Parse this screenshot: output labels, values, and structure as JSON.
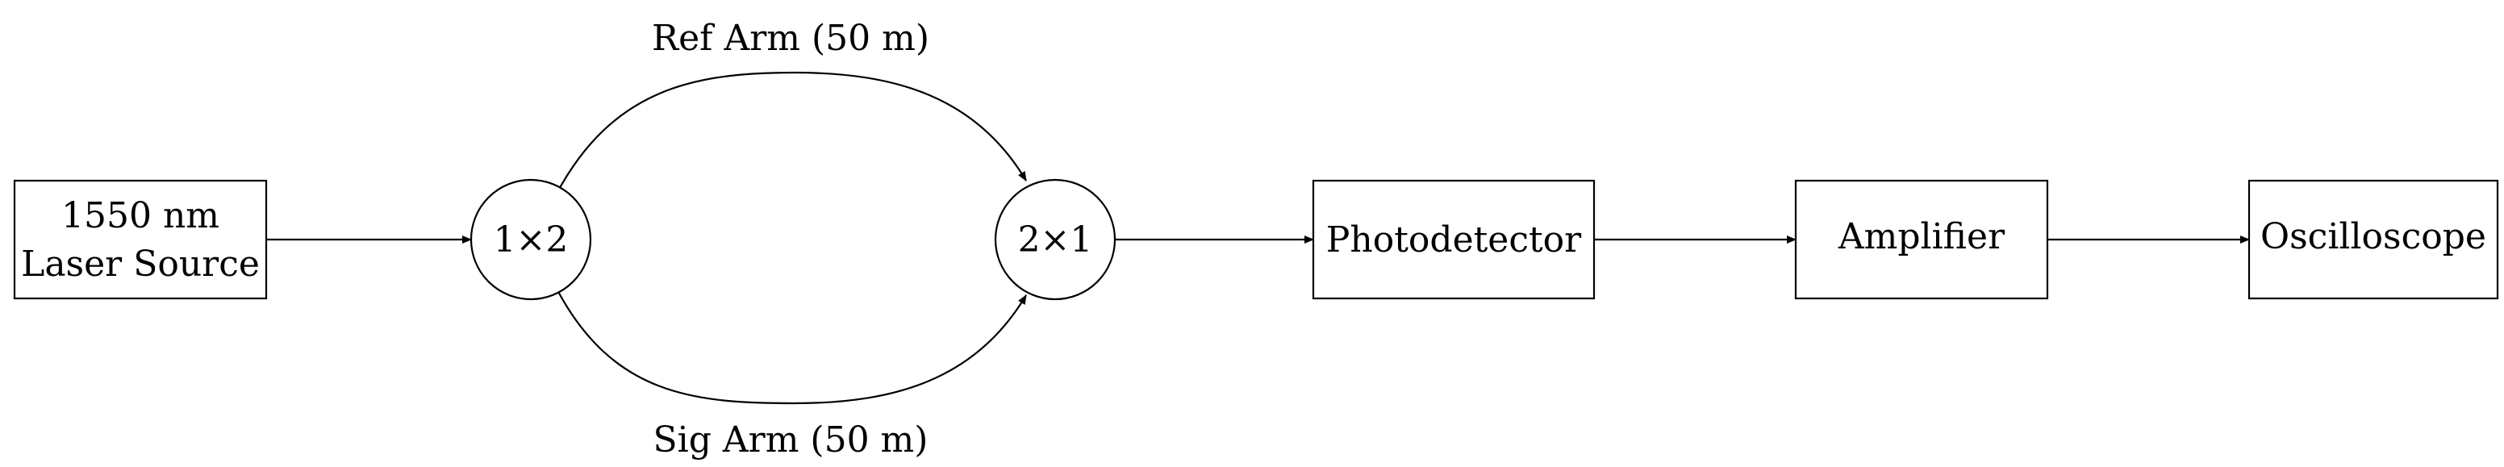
{
  "diagram": {
    "laser": {
      "line1": "1550 nm",
      "line2": "Laser Source"
    },
    "splitter": {
      "label": "1×2"
    },
    "combiner": {
      "label": "2×1"
    },
    "photodetector": {
      "label": "Photodetector"
    },
    "amplifier": {
      "label": "Amplifier"
    },
    "oscilloscope": {
      "label": "Oscilloscope"
    },
    "ref_arm": {
      "label": "Ref Arm (50 m)"
    },
    "sig_arm": {
      "label": "Sig Arm (50 m)"
    }
  },
  "colors": {
    "stroke": "#000000",
    "background": "#ffffff"
  }
}
